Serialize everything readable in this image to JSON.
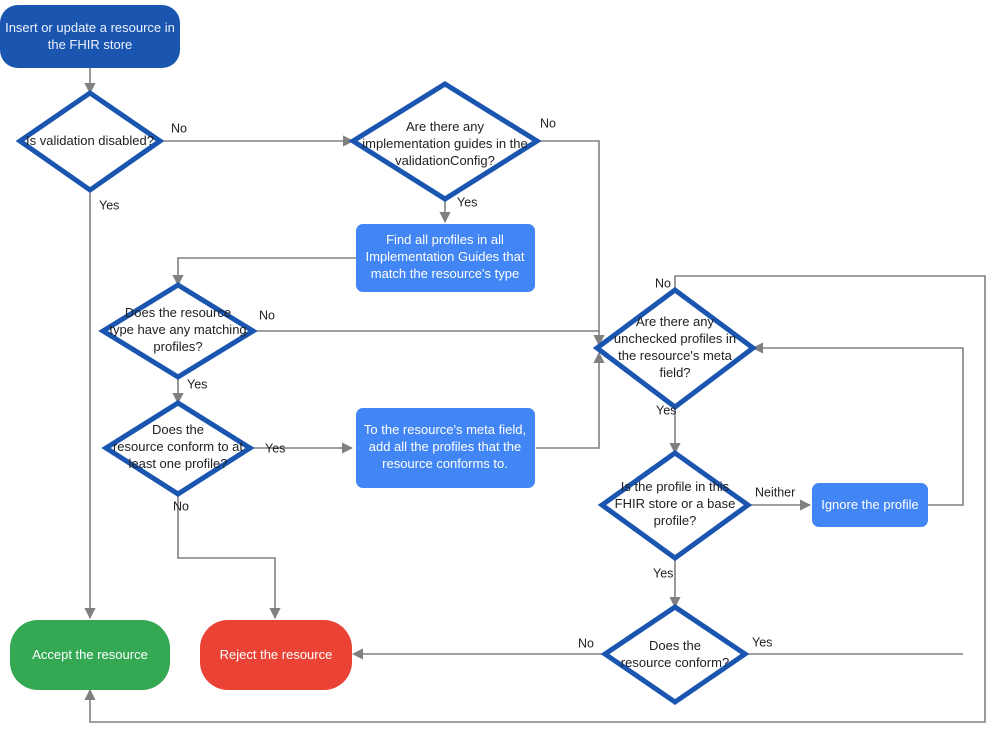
{
  "diagram": {
    "title": "FHIR store resource validation flowchart",
    "colors": {
      "terminal_start": "#1a56b0",
      "process_box": "#4285f4",
      "decision_border": "#1a56b0",
      "accept": "#34a853",
      "reject": "#ea4335",
      "connector": "#808080",
      "label_text": "#202124",
      "canvas": "#ffffff"
    },
    "nodes": {
      "start": {
        "type": "terminal",
        "line1": "Insert or update a resource in",
        "line2": "the FHIR store"
      },
      "validation_disabled": {
        "type": "decision",
        "line1": "Is validation disabled?"
      },
      "impl_guides": {
        "type": "decision",
        "line1": "Are there any",
        "line2": "implementation guides in the",
        "line3": "validationConfig?"
      },
      "find_profiles": {
        "type": "process",
        "line1": "Find all profiles in all",
        "line2": "Implementation Guides that",
        "line3": "match the resource's type"
      },
      "matching_profiles": {
        "type": "decision",
        "line1": "Does the resource",
        "line2": "type have any matching",
        "line3": "profiles?"
      },
      "conform_one_profile": {
        "type": "decision",
        "line1": "Does the",
        "line2": "resource conform to at",
        "line3": "least one profile?"
      },
      "add_profiles_meta": {
        "type": "process",
        "line1": "To the resource's meta field,",
        "line2": "add all the profiles that the",
        "line3": "resource conforms to."
      },
      "unchecked_profiles": {
        "type": "decision",
        "line1": "Are there any",
        "line2": "unchecked profiles in",
        "line3": "the resource's meta",
        "line4": "field?"
      },
      "profile_in_store": {
        "type": "decision",
        "line1": "Is the profile in this",
        "line2": "FHIR store or a base",
        "line3": "profile?"
      },
      "ignore_profile": {
        "type": "process",
        "line1": "Ignore the profile"
      },
      "resource_conform": {
        "type": "decision",
        "line1": "Does the",
        "line2": "resource conform?"
      },
      "accept": {
        "type": "terminal",
        "line1": "Accept the resource"
      },
      "reject": {
        "type": "terminal",
        "line1": "Reject the resource"
      }
    },
    "edge_labels": {
      "validation_no": "No",
      "validation_yes": "Yes",
      "impl_no": "No",
      "impl_yes": "Yes",
      "matching_no": "No",
      "matching_yes": "Yes",
      "conform_one_yes": "Yes",
      "conform_one_no": "No",
      "unchecked_no": "No",
      "unchecked_yes": "Yes",
      "profile_neither": "Neither",
      "profile_yes": "Yes",
      "conform_no": "No",
      "conform_yes": "Yes"
    }
  }
}
